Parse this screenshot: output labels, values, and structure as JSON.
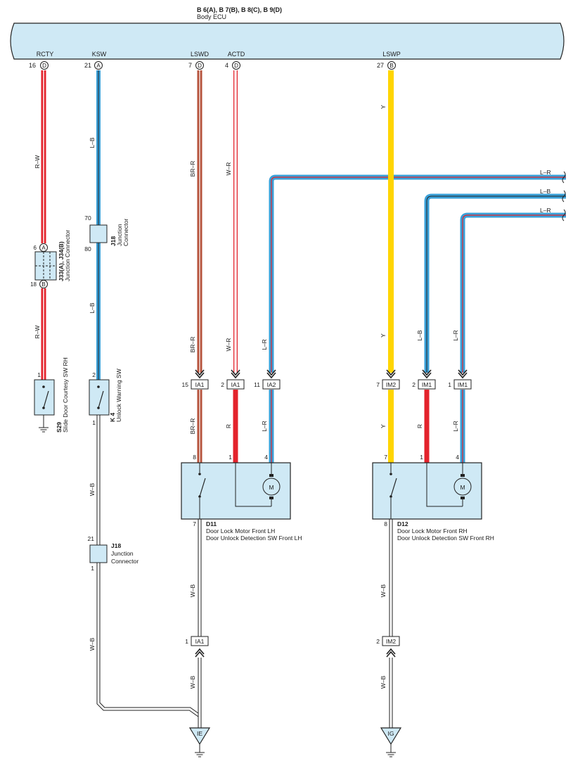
{
  "ecu": {
    "code": "B 6(A), B 7(B), B 8(C), B 9(D)",
    "name": "Body ECU",
    "fill_color": "#cfe9f5",
    "terminals": [
      {
        "signal": "RCTY",
        "pin": "16",
        "conn": "D"
      },
      {
        "signal": "KSW",
        "pin": "21",
        "conn": "A"
      },
      {
        "signal": "LSWD",
        "pin": "7",
        "conn": "D"
      },
      {
        "signal": "ACTD",
        "pin": "4",
        "conn": "D"
      },
      {
        "signal": "LSWP",
        "pin": "27",
        "conn": "B"
      }
    ]
  },
  "wires": {
    "rw_top": "R–W",
    "rw_bottom": "R–W",
    "lb_top": "L–B",
    "lb_bottom": "L–B",
    "wb_k4": "W–B",
    "wb_j18": "W–B",
    "brr_top": "BR–R",
    "brr_mid": "BR–R",
    "brr_low": "BR–R",
    "wr_top": "W–R",
    "wr_mid": "W–R",
    "r_a": "R",
    "lr_a_mid": "L–R",
    "lr_a_low": "L–R",
    "wb_d11": "W–B",
    "wb_d11_ground": "W–B",
    "y_top": "Y",
    "y_mid": "Y",
    "y_low": "Y",
    "lb_right": "L–B",
    "r_b": "R",
    "lr_b_mid": "L–R",
    "lr_b_low": "L–R",
    "wb_d12": "W–B",
    "wb_d12_ground": "W–B",
    "right_lr1": "L–R",
    "right_lb": "L–B",
    "right_lr2": "L–R",
    "colors": {
      "red": "#e3232c",
      "blue": "#3aa0d8",
      "brown": "#b5523b",
      "yellow": "#ffd500",
      "white": "#ffffff",
      "black": "#222222"
    }
  },
  "junction_j33": {
    "code": "J33(A), J34(B)",
    "name": "Junction Connector",
    "pin_top": "6",
    "conn_top": "A",
    "pin_bottom": "18",
    "conn_bottom": "B"
  },
  "junction_j18_upper": {
    "code": "J18",
    "name_line1": "Junction",
    "name_line2": "Connector",
    "pin_top": "70",
    "pin_bottom": "80"
  },
  "junction_j18_lower": {
    "code": "J18",
    "name_line1": "Junction",
    "name_line2": "Connector",
    "pin_top": "21",
    "pin_bottom": "1"
  },
  "switch_s29": {
    "code": "S29",
    "name": "Slide Door Courtesy SW RH",
    "pin": "1"
  },
  "switch_k4": {
    "code": "K 4",
    "name": "Unlock Warning SW",
    "pin_top": "2",
    "pin_bottom": "1"
  },
  "connectors": [
    {
      "pin": "15",
      "code": "IA1"
    },
    {
      "pin": "2",
      "code": "IA1"
    },
    {
      "pin": "11",
      "code": "IA2"
    },
    {
      "pin": "7",
      "code": "IM2"
    },
    {
      "pin": "2",
      "code": "IM1"
    },
    {
      "pin": "1",
      "code": "IM1"
    },
    {
      "pin": "1",
      "code": "IA1"
    },
    {
      "pin": "2",
      "code": "IM2"
    }
  ],
  "door_lh": {
    "code": "D11",
    "line1": "Door Lock Motor Front LH",
    "line2": "Door Unlock Detection SW Front LH",
    "pin_8": "8",
    "pin_1": "1",
    "pin_4": "4",
    "pin_7": "7",
    "motor": "M"
  },
  "door_rh": {
    "code": "D12",
    "line1": "Door Lock Motor Front RH",
    "line2": "Door Unlock Detection SW Front RH",
    "pin_7": "7",
    "pin_1": "1",
    "pin_4": "4",
    "pin_8": "8",
    "motor": "M"
  },
  "grounds": {
    "ie": "IE",
    "ig": "IG"
  }
}
